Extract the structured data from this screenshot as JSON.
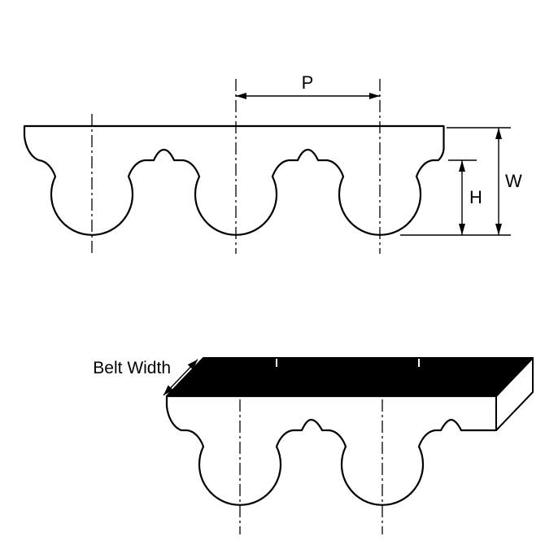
{
  "diagram": {
    "labels": {
      "pitch": "P",
      "width": "W",
      "height": "H",
      "belt_width": "Belt Width"
    },
    "colors": {
      "line": "#000000",
      "background": "#ffffff",
      "belt_fill": "#ffffff",
      "top_face": "#000000"
    }
  }
}
